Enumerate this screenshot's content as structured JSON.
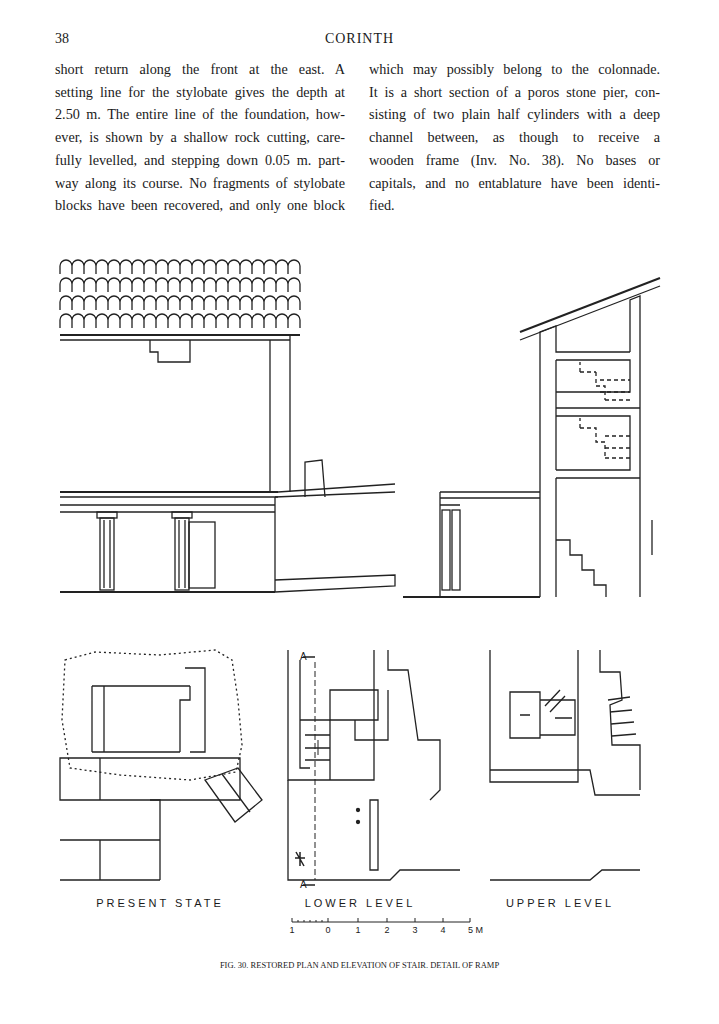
{
  "diagram": {
    "title": "CORINTH",
    "caption": "FIG. 30. RESTORED PLAN AND ELEVATION OF STAIR. DETAIL OF RAMP",
    "labels": [
      "38",
      "short return along the front at the east. A",
      "setting line for the stylobate gives the depth at",
      "2.50 m. The entire line of the foundation, how-",
      "ever, is shown by a shallow rock cutting, care-",
      "fully levelled, and stepping down 0.05 m. part-",
      "way along its course. No fragments of stylobate",
      "blocks have been recovered, and only one block",
      "which may possibly belong to the colonnade.",
      "It is a short section of a poros stone pier, con-",
      "sisting of two plain half cylinders with a deep",
      "channel between, as though to receive a",
      "wooden frame (Inv. No. 38). No bases or",
      "capitals, and no entablature have been identi-",
      "fied.",
      "A",
      "A",
      "PRESENT STATE",
      "LOWER LEVEL",
      "UPPER LEVEL",
      "1",
      "0",
      "1",
      "2",
      "3",
      "4",
      "5 M"
    ]
  }
}
